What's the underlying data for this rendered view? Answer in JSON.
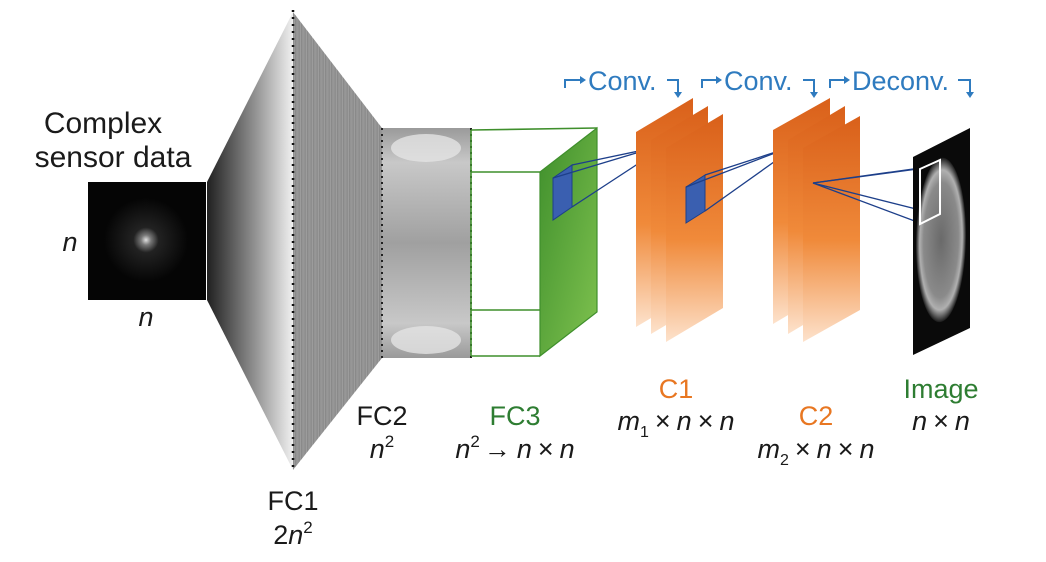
{
  "input": {
    "title_line1": "Complex",
    "title_line2": "sensor data",
    "dim_vertical": "n",
    "dim_horizontal": "n"
  },
  "fc1": {
    "name": "FC1",
    "size_coef": "2",
    "size_var": "n",
    "size_exp": "2"
  },
  "fc2": {
    "name": "FC2",
    "size_var": "n",
    "size_exp": "2"
  },
  "fc3": {
    "name": "FC3",
    "from_var": "n",
    "from_exp": "2",
    "arrow": "→",
    "to_a": "n",
    "times": "×",
    "to_b": "n"
  },
  "c1": {
    "name": "C1",
    "m": "m",
    "m_sub": "1",
    "times1": "×",
    "a": "n",
    "times2": "×",
    "b": "n"
  },
  "c2": {
    "name": "C2",
    "m": "m",
    "m_sub": "2",
    "times1": "×",
    "a": "n",
    "times2": "×",
    "b": "n"
  },
  "output": {
    "name": "Image",
    "a": "n",
    "times": "×",
    "b": "n"
  },
  "ops": [
    {
      "label": "Conv."
    },
    {
      "label": "Conv."
    },
    {
      "label": "Deconv."
    }
  ],
  "colors": {
    "green": "#2e7d32",
    "orange": "#e87722",
    "blue": "#2f7bbf",
    "patch": "#3a5fb0"
  }
}
